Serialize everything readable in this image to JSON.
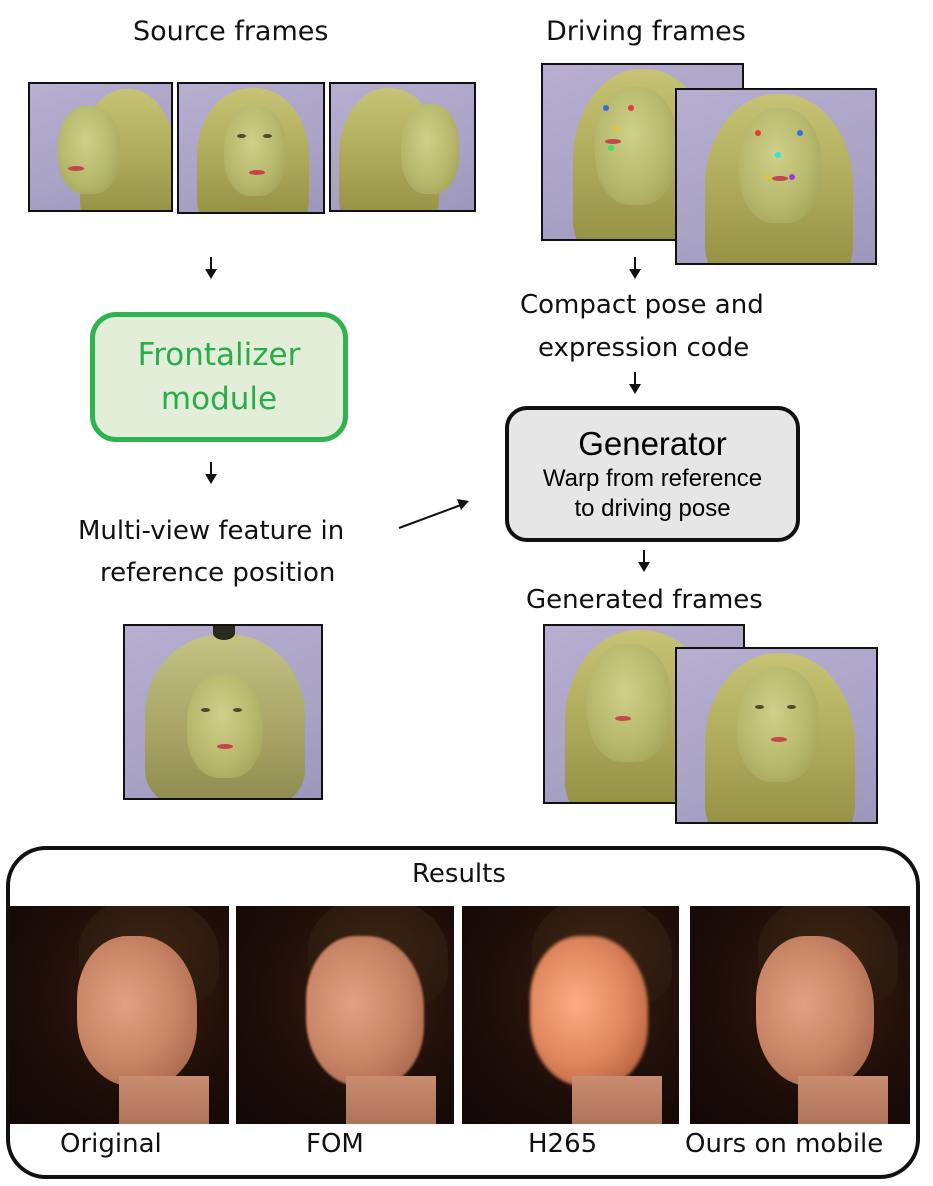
{
  "labels": {
    "source_frames": "Source  frames",
    "driving_frames": "Driving frames",
    "frontalizer_line1": "Frontalizer",
    "frontalizer_line2": "module",
    "compact_line1": "Compact pose and",
    "compact_line2": "expression code",
    "generator_title": "Generator",
    "generator_line1": "Warp from reference",
    "generator_line2": "to driving pose",
    "multiview_line1": "Multi-view feature in",
    "multiview_line2": "reference position",
    "generated_frames": "Generated frames",
    "results": "Results"
  },
  "results": [
    {
      "label": "Original"
    },
    {
      "label": "FOM"
    },
    {
      "label": "H265"
    },
    {
      "label": "Ours on mobile"
    }
  ],
  "colors": {
    "frontalizer_border": "#2fb34f",
    "frontalizer_fill": "#e3eed9",
    "frontalizer_text": "#2bab4a",
    "generator_fill": "#e6e6e6",
    "frame_background": "#aaa4c8"
  }
}
